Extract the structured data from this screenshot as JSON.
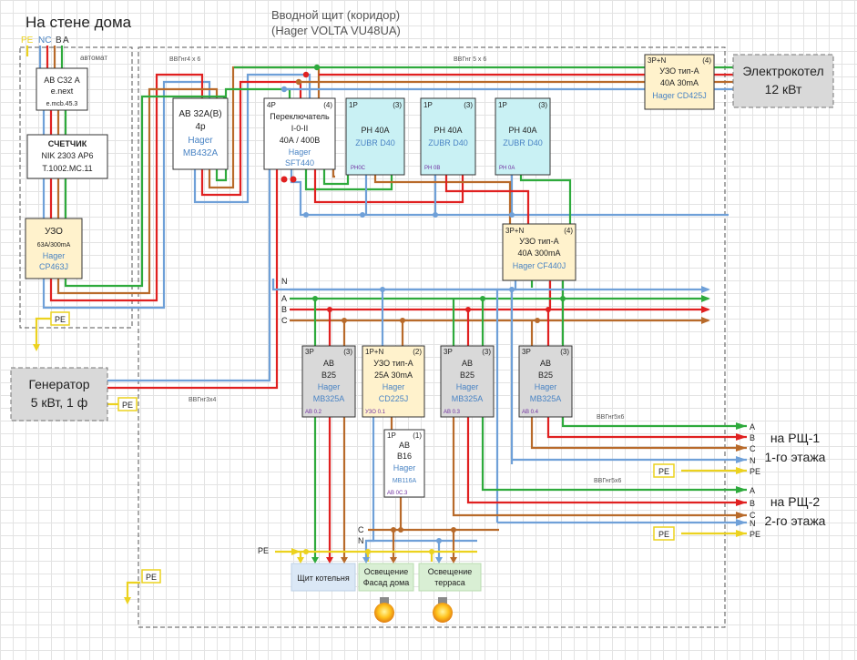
{
  "house": {
    "title": "На стене дома",
    "labels": {
      "pe": "PE",
      "nc": "NC",
      "b": "B",
      "a": "A"
    },
    "avtomat": "автомат"
  },
  "panel": {
    "title1": "Вводной щит (коридор)",
    "title2": "(Hager VOLTA VU48UA)"
  },
  "cables": {
    "c1": "ВВГнг4 х 6",
    "c2": "ВВГнг 5 х 6",
    "c3": "ВВГнг3х4",
    "c4": "ВВГнг5х6",
    "c5": "ВВГнг5х6"
  },
  "meter_breaker": {
    "l1": "АВ С32 А",
    "l2": "e.next",
    "l3": "e.mcb.45.3"
  },
  "meter": {
    "l1": "СЧЕТЧИК",
    "l2": "NIK 2303 АР6",
    "l3": "Т.1002.МС.11"
  },
  "uzo_main": {
    "l1": "УЗО",
    "l2": "63А/300mA",
    "l3": "Hager",
    "l4": "CP463J"
  },
  "pe_labels": {
    "pe1": "PE",
    "pe2": "PE",
    "pe3": "PE",
    "pe4": "PE",
    "pe5": "PE",
    "pe6": "PE"
  },
  "generator": {
    "l1": "Генератор",
    "l2": "5 кВт, 1 ф"
  },
  "boiler": {
    "l1": "Электрокотел",
    "l2": "12 кВт"
  },
  "uzo_boiler": {
    "tl": "3P+N",
    "tr": "(4)",
    "l1": "УЗО тип-А",
    "l2": "40А  30mA",
    "l3": "Hager CD425J"
  },
  "av32": {
    "l1": "АВ 32А(В)",
    "l2": "4р",
    "l3": "Hager",
    "l4": "MB432A"
  },
  "switch": {
    "tl": "4P",
    "tr": "(4)",
    "l1": "Переключатель",
    "l2": "I-0-II",
    "l3": "40А / 400В",
    "l4": "Hager",
    "l5": "SFT440"
  },
  "rn1": {
    "tl": "1P",
    "tr": "(3)",
    "l1": "РН 40А",
    "l2": "ZUBR D40",
    "sub": "РН0С"
  },
  "rn2": {
    "tl": "1P",
    "tr": "(3)",
    "l1": "РН 40А",
    "l2": "ZUBR D40",
    "sub": "РН 0В"
  },
  "rn3": {
    "tl": "1P",
    "tr": "(3)",
    "l1": "РН 40А",
    "l2": "ZUBR D40",
    "sub": "РН 0А"
  },
  "uzo_mid": {
    "tl": "3P+N",
    "tr": "(4)",
    "l1": "УЗО тип-А",
    "l2": "40А  300mA",
    "l3": "Hager CF440J"
  },
  "bus": {
    "n": "N",
    "a": "A",
    "b": "B",
    "c": "C"
  },
  "av02": {
    "tl": "3P",
    "tr": "(3)",
    "l1": "АВ",
    "l2": "В25",
    "l3": "Hager",
    "l4": "MB325A",
    "sub": "АВ 0.2"
  },
  "uzo01": {
    "tl": "1P+N",
    "tr": "(2)",
    "l1": "УЗО тип-А",
    "l2": "25А  30mA",
    "l3": "Hager",
    "l4": "CD225J",
    "sub": "УЗО 0.1"
  },
  "av03": {
    "tl": "3P",
    "tr": "(3)",
    "l1": "АВ",
    "l2": "В25",
    "l3": "Hager",
    "l4": "MB325A",
    "sub": "АВ 0.3"
  },
  "av04": {
    "tl": "3P",
    "tr": "(3)",
    "l1": "АВ",
    "l2": "В25",
    "l3": "Hager",
    "l4": "MB325A",
    "sub": "АВ 0.4"
  },
  "av16": {
    "tl": "1P",
    "tr": "(1)",
    "l1": "АВ",
    "l2": "В16",
    "l3": "Hager",
    "l4": "MB116A",
    "sub": "АВ 0С.3"
  },
  "out1": {
    "a": "A",
    "b": "B",
    "c": "C",
    "n": "N",
    "pe": "PE",
    "title1": "на РЩ-1",
    "title2": "1-го этажа"
  },
  "out2": {
    "a": "A",
    "b": "B",
    "c": "C",
    "n": "N",
    "pe": "PE",
    "title1": "на РЩ-2",
    "title2": "2-го этажа"
  },
  "light_bus": {
    "c": "C",
    "n": "N",
    "pe": "PE"
  },
  "loads": {
    "boiler_room": "Щит котельня",
    "facade1": "Освещение",
    "facade2": "Фасад дома",
    "terrace1": "Освещение",
    "terrace2": "терраса"
  }
}
